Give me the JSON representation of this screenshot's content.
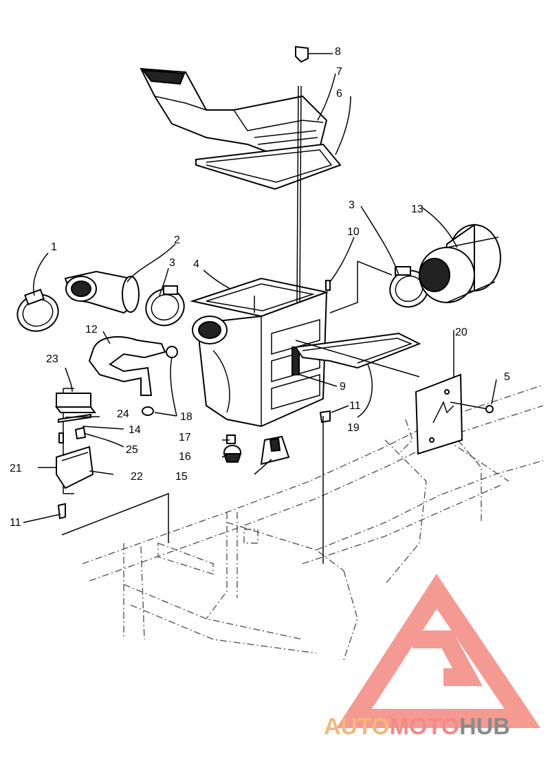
{
  "parts": [
    {
      "id": "p1",
      "label": "1"
    },
    {
      "id": "p2",
      "label": "2"
    },
    {
      "id": "p3a",
      "label": "3"
    },
    {
      "id": "p3b",
      "label": "3"
    },
    {
      "id": "p4",
      "label": "4"
    },
    {
      "id": "p5",
      "label": "5"
    },
    {
      "id": "p6",
      "label": "6"
    },
    {
      "id": "p7",
      "label": "7"
    },
    {
      "id": "p8",
      "label": "8"
    },
    {
      "id": "p9",
      "label": "9"
    },
    {
      "id": "p10",
      "label": "10"
    },
    {
      "id": "p11a",
      "label": "11"
    },
    {
      "id": "p11b",
      "label": "11"
    },
    {
      "id": "p12",
      "label": "12"
    },
    {
      "id": "p13",
      "label": "13"
    },
    {
      "id": "p14",
      "label": "14"
    },
    {
      "id": "p15",
      "label": "15"
    },
    {
      "id": "p16",
      "label": "16"
    },
    {
      "id": "p17",
      "label": "17"
    },
    {
      "id": "p18",
      "label": "18"
    },
    {
      "id": "p19",
      "label": "19"
    },
    {
      "id": "p20",
      "label": "20"
    },
    {
      "id": "p21",
      "label": "21"
    },
    {
      "id": "p22",
      "label": "22"
    },
    {
      "id": "p23",
      "label": "23"
    },
    {
      "id": "p24",
      "label": "24"
    },
    {
      "id": "p25",
      "label": "25"
    }
  ],
  "watermark": {
    "part1": "AUTO",
    "part2": "MOTO",
    "part3": "HUB",
    "colors": {
      "auto": "#f5b77a",
      "moto": "#f28b86",
      "hub": "#8a8a8a",
      "logo": "#f4897f"
    }
  }
}
